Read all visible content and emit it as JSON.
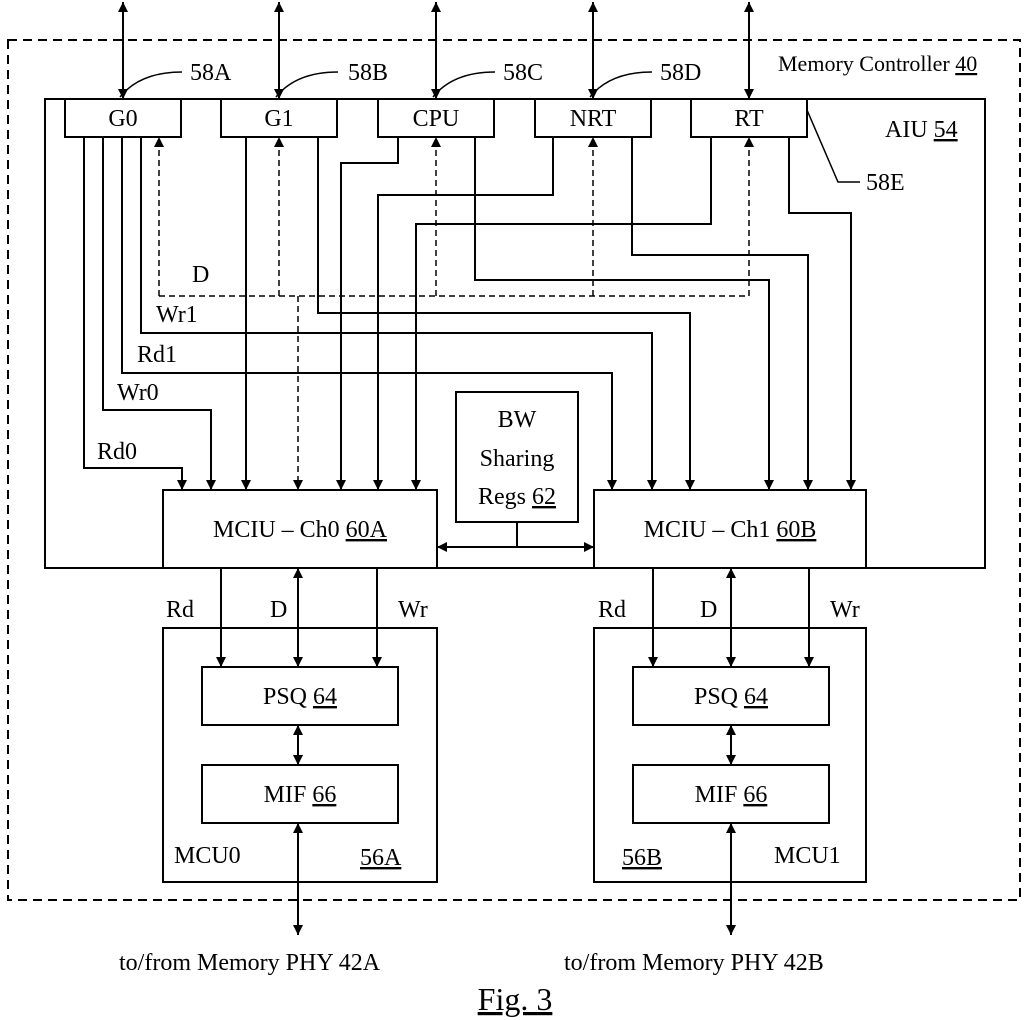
{
  "controller": {
    "label": "Memory Controller",
    "ref": "40"
  },
  "aiu": {
    "label": "AIU",
    "ref": "54"
  },
  "ports": [
    {
      "name": "G0",
      "ref": "58A"
    },
    {
      "name": "G1",
      "ref": "58B"
    },
    {
      "name": "CPU",
      "ref": "58C"
    },
    {
      "name": "NRT",
      "ref": "58D"
    },
    {
      "name": "RT",
      "ref": "58E"
    }
  ],
  "signals": {
    "d": "D",
    "wr1": "Wr1",
    "rd1": "Rd1",
    "wr0": "Wr0",
    "rd0": "Rd0"
  },
  "bw_regs": {
    "line1": "BW",
    "line2": "Sharing",
    "line3": "Regs",
    "ref": "62"
  },
  "mciu0": {
    "label": "MCIU – Ch0",
    "ref": "60A"
  },
  "mciu1": {
    "label": "MCIU – Ch1",
    "ref": "60B"
  },
  "bus_labels": {
    "rd": "Rd",
    "d": "D",
    "wr": "Wr"
  },
  "mcu0": {
    "label": "MCU0",
    "ref": "56A",
    "psq": "PSQ",
    "psq_ref": "64",
    "mif": "MIF",
    "mif_ref": "66"
  },
  "mcu1": {
    "label": "MCU1",
    "ref": "56B",
    "psq": "PSQ",
    "psq_ref": "64",
    "mif": "MIF",
    "mif_ref": "66"
  },
  "phy": {
    "left": "to/from Memory PHY 42A",
    "right": "to/from Memory PHY 42B"
  },
  "figure": {
    "caption": "Fig. 3"
  }
}
